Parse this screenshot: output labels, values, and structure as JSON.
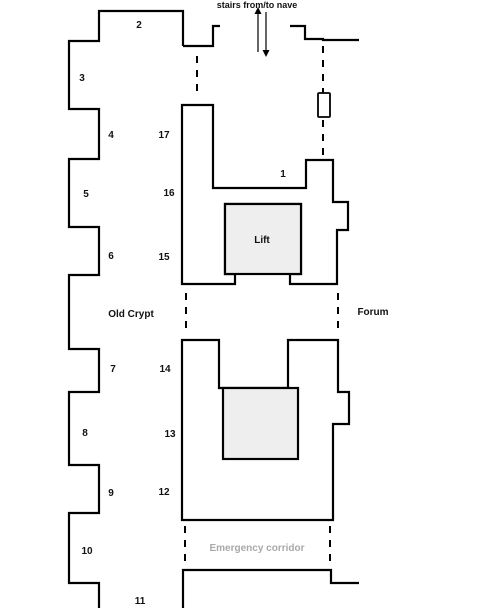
{
  "labels": {
    "stairs": "stairs from/to nave",
    "lift": "Lift",
    "old_crypt": "Old Crypt",
    "forum": "Forum",
    "emergency": "Emergency corridor"
  },
  "rooms": [
    "1",
    "2",
    "3",
    "4",
    "5",
    "6",
    "7",
    "8",
    "9",
    "10",
    "11",
    "12",
    "13",
    "14",
    "15",
    "16",
    "17"
  ]
}
